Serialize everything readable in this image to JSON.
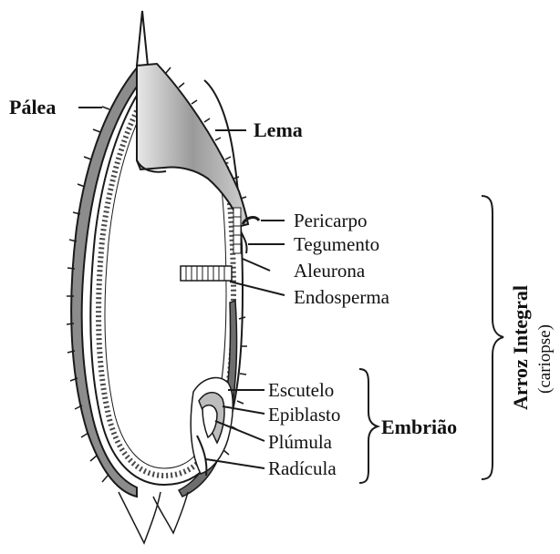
{
  "labels": {
    "palea": "Pálea",
    "lema": "Lema",
    "pericarpo": "Pericarpo",
    "tegumento": "Tegumento",
    "aleurona": "Aleurona",
    "endosperma": "Endosperma",
    "escutelo": "Escutelo",
    "epiblasto": "Epiblasto",
    "plumula": "Plúmula",
    "radicula": "Radícula",
    "embriao": "Embrião",
    "arroz_integral": "Arroz Integral",
    "cariopse": "(cariopse)"
  },
  "colors": {
    "line": "#1a1a1a",
    "hull_fill": "#8c8c8c",
    "hull_light": "#bdbdbd",
    "aleurone_cells": "#ffffff"
  }
}
